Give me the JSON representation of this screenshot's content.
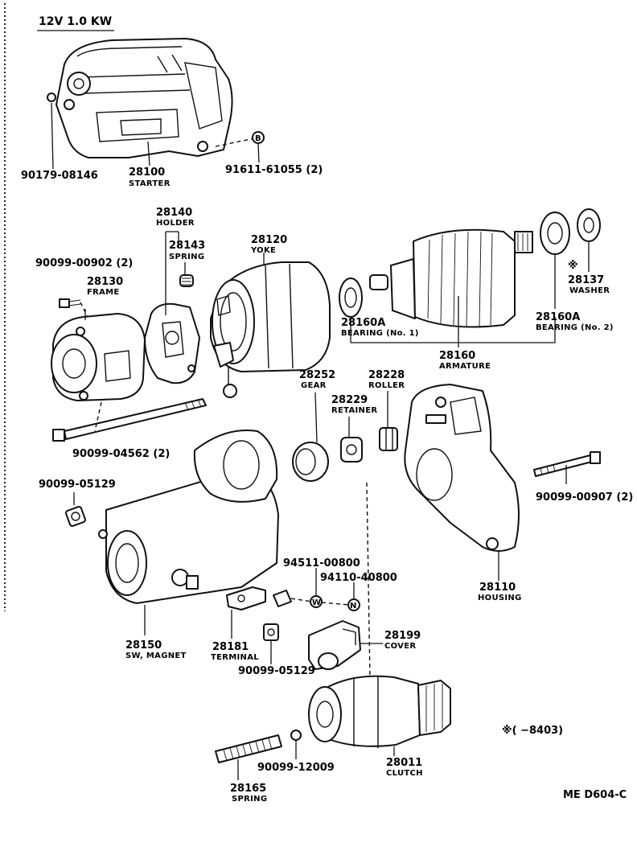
{
  "diagram": {
    "title": "12V 1.0 KW",
    "note": "※(      −8403)",
    "code": "ME  D604-C",
    "callouts": [
      {
        "id": "c1",
        "number": "90179-08146",
        "name": ""
      },
      {
        "id": "c2",
        "number": "28100",
        "name": "STARTER"
      },
      {
        "id": "c3",
        "number": "91611-61055 (2)",
        "name": ""
      },
      {
        "id": "c4",
        "number": "28140",
        "name": "HOLDER"
      },
      {
        "id": "c5",
        "number": "28143",
        "name": "SPRING"
      },
      {
        "id": "c6",
        "number": "28120",
        "name": "YOKE"
      },
      {
        "id": "c7",
        "number": "90099-00902 (2)",
        "name": ""
      },
      {
        "id": "c8",
        "number": "28130",
        "name": "FRAME"
      },
      {
        "id": "c9",
        "number": "※",
        "name": ""
      },
      {
        "id": "c10",
        "number": "28137",
        "name": "WASHER"
      },
      {
        "id": "c11",
        "number": "28160A",
        "name": "BEARING (No. 1)"
      },
      {
        "id": "c12",
        "number": "28160A",
        "name": "BEARING (No. 2)"
      },
      {
        "id": "c13",
        "number": "28160",
        "name": "ARMATURE"
      },
      {
        "id": "c14",
        "number": "28252",
        "name": "GEAR"
      },
      {
        "id": "c15",
        "number": "28228",
        "name": "ROLLER"
      },
      {
        "id": "c16",
        "number": "28229",
        "name": "RETAINER"
      },
      {
        "id": "c17",
        "number": "90099-04562 (2)",
        "name": ""
      },
      {
        "id": "c18",
        "number": "90099-05129",
        "name": ""
      },
      {
        "id": "c19",
        "number": "90099-00907 (2)",
        "name": ""
      },
      {
        "id": "c20",
        "number": "94511-00800",
        "name": ""
      },
      {
        "id": "c21",
        "number": "94110-40800",
        "name": ""
      },
      {
        "id": "c22",
        "number": "28110",
        "name": "HOUSING"
      },
      {
        "id": "c23",
        "number": "28199",
        "name": "COVER"
      },
      {
        "id": "c24",
        "number": "28150",
        "name": "SW, MAGNET"
      },
      {
        "id": "c25",
        "number": "28181",
        "name": "TERMINAL"
      },
      {
        "id": "c26",
        "number": "90099-05129",
        "name": ""
      },
      {
        "id": "c27",
        "number": "28011",
        "name": "CLUTCH"
      },
      {
        "id": "c28",
        "number": "90099-12009",
        "name": ""
      },
      {
        "id": "c29",
        "number": "28165",
        "name": "SPRING"
      }
    ],
    "marks": {
      "bolt_ref": "B",
      "washer_ref": "W",
      "nut_ref": "N"
    }
  }
}
